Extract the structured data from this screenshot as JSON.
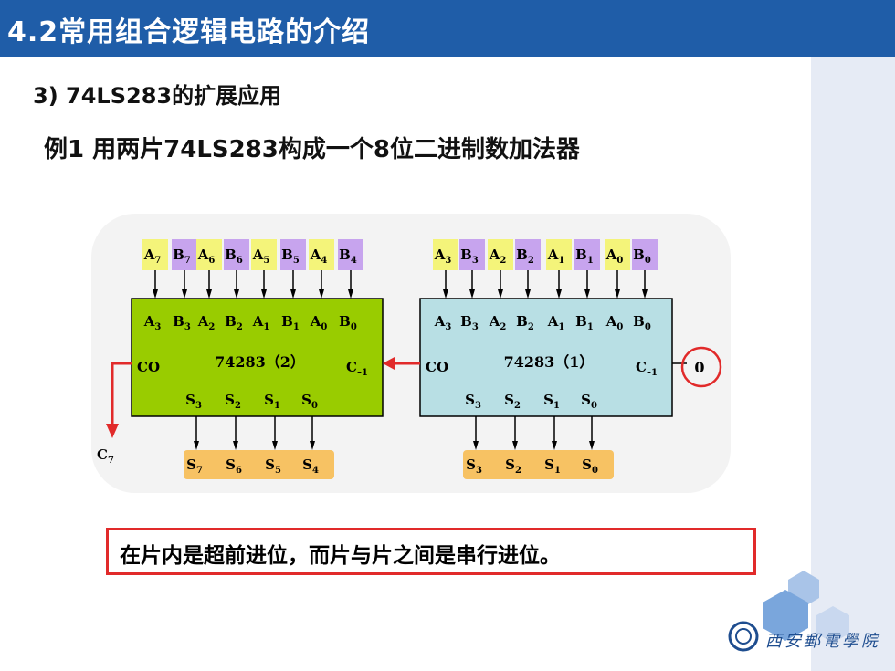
{
  "header": {
    "title": "4.2常用组合逻辑电路的介绍"
  },
  "section": {
    "subtitle": "3) 74LS283的扩展应用",
    "example": "例1 用两片74LS283构成一个8位二进制数加法器"
  },
  "diagram": {
    "high_chip": {
      "name": "74283（2）",
      "top_inputs": [
        {
          "l": "A",
          "s": "7"
        },
        {
          "l": "B",
          "s": "7"
        },
        {
          "l": "A",
          "s": "6"
        },
        {
          "l": "B",
          "s": "6"
        },
        {
          "l": "A",
          "s": "5"
        },
        {
          "l": "B",
          "s": "5"
        },
        {
          "l": "A",
          "s": "4"
        },
        {
          "l": "B",
          "s": "4"
        }
      ],
      "pins": [
        {
          "l": "A",
          "s": "3"
        },
        {
          "l": "B",
          "s": "3"
        },
        {
          "l": "A",
          "s": "2"
        },
        {
          "l": "B",
          "s": "2"
        },
        {
          "l": "A",
          "s": "1"
        },
        {
          "l": "B",
          "s": "1"
        },
        {
          "l": "A",
          "s": "0"
        },
        {
          "l": "B",
          "s": "0"
        }
      ],
      "sum_pins": [
        {
          "l": "S",
          "s": "3"
        },
        {
          "l": "S",
          "s": "2"
        },
        {
          "l": "S",
          "s": "1"
        },
        {
          "l": "S",
          "s": "0"
        }
      ],
      "outputs": [
        {
          "l": "S",
          "s": "7"
        },
        {
          "l": "S",
          "s": "6"
        },
        {
          "l": "S",
          "s": "5"
        },
        {
          "l": "S",
          "s": "4"
        }
      ],
      "co": "CO",
      "cin": {
        "l": "C",
        "s": "–1"
      }
    },
    "low_chip": {
      "name": "74283（1）",
      "top_inputs": [
        {
          "l": "A",
          "s": "3"
        },
        {
          "l": "B",
          "s": "3"
        },
        {
          "l": "A",
          "s": "2"
        },
        {
          "l": "B",
          "s": "2"
        },
        {
          "l": "A",
          "s": "1"
        },
        {
          "l": "B",
          "s": "1"
        },
        {
          "l": "A",
          "s": "0"
        },
        {
          "l": "B",
          "s": "0"
        }
      ],
      "pins": [
        {
          "l": "A",
          "s": "3"
        },
        {
          "l": "B",
          "s": "3"
        },
        {
          "l": "A",
          "s": "2"
        },
        {
          "l": "B",
          "s": "2"
        },
        {
          "l": "A",
          "s": "1"
        },
        {
          "l": "B",
          "s": "1"
        },
        {
          "l": "A",
          "s": "0"
        },
        {
          "l": "B",
          "s": "0"
        }
      ],
      "sum_pins": [
        {
          "l": "S",
          "s": "3"
        },
        {
          "l": "S",
          "s": "2"
        },
        {
          "l": "S",
          "s": "1"
        },
        {
          "l": "S",
          "s": "0"
        }
      ],
      "outputs": [
        {
          "l": "S",
          "s": "3"
        },
        {
          "l": "S",
          "s": "2"
        },
        {
          "l": "S",
          "s": "1"
        },
        {
          "l": "S",
          "s": "0"
        }
      ],
      "co": "CO",
      "cin": {
        "l": "C",
        "s": "–1"
      }
    },
    "carry_out": {
      "l": "C",
      "s": "7"
    },
    "cin_value": "0",
    "colors": {
      "high_chip_fill": "#99cc00",
      "low_chip_fill": "#b8dfe4",
      "input_a_fill": "#f4f47a",
      "input_b_fill": "#c7a4ee",
      "output_fill": "#f7c263",
      "carry_wire": "#e12a2a"
    }
  },
  "note": {
    "text": "在片内是超前进位，而片与片之间是串行进位。"
  },
  "logo": {
    "text": "西安郵電學院",
    "icon": "university-emblem-icon"
  }
}
